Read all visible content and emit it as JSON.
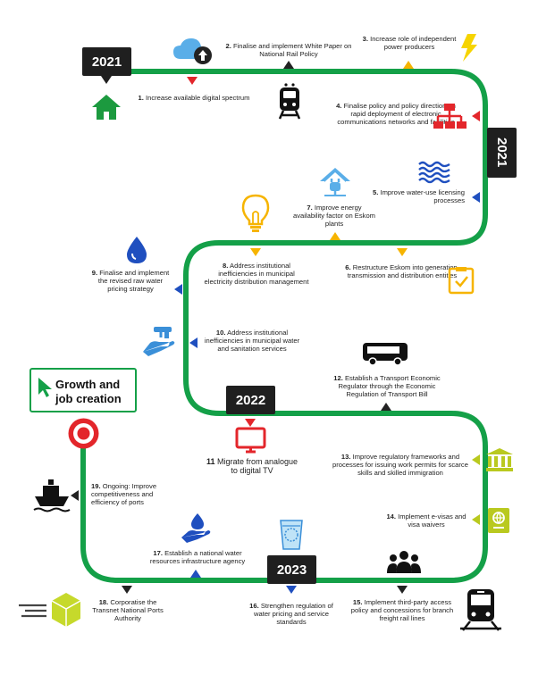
{
  "years": {
    "y2021_top": "2021",
    "y2021_right": "2021",
    "y2022": "2022",
    "y2023": "2023"
  },
  "badge": {
    "title": "Growth and job creation"
  },
  "colors": {
    "road": "#14a048",
    "yellow": "#f6b400",
    "red": "#e3262b",
    "blue": "#1f4fbf",
    "dark": "#222222",
    "green": "#1c9a3f",
    "lime": "#c6d92b"
  },
  "milestones": [
    {
      "num": "1.",
      "text": "Increase available digital spectrum",
      "icon": "house-icon"
    },
    {
      "num": "2.",
      "text": "Finalise and implement White Paper on National Rail Policy",
      "icon": "train-icon"
    },
    {
      "num": "3.",
      "text": "Increase role of independent power producers",
      "icon": "lightning-icon"
    },
    {
      "num": "4.",
      "text": "Finalise policy and policy direction on rapid deployment of electronic communications networks and facilities",
      "icon": "network-icon"
    },
    {
      "num": "5.",
      "text": "Improve water-use licensing processes",
      "icon": "waves-icon"
    },
    {
      "num": "6.",
      "text": "Restructure Eskom into generation, transmission and distribution entities",
      "icon": "checklist-icon"
    },
    {
      "num": "7.",
      "text": "Improve energy availability factor on Eskom plants",
      "icon": "power-house-icon"
    },
    {
      "num": "8.",
      "text": "Address institutional inefficiencies in municipal electricity distribution management",
      "icon": "lightbulb-icon"
    },
    {
      "num": "9.",
      "text": "Finalise and implement the revised raw water pricing strategy",
      "icon": "water-drop-icon"
    },
    {
      "num": "10.",
      "text": "Address institutional inefficiencies in municipal water and sanitation services",
      "icon": "tap-hand-icon"
    },
    {
      "num": "11",
      "text": "Migrate from analogue to digital TV",
      "icon": "tv-icon"
    },
    {
      "num": "12.",
      "text": "Establish a Transport Economic Regulator through the Economic Regulation of Transport Bill",
      "icon": "bus-icon"
    },
    {
      "num": "13.",
      "text": "Improve regulatory frameworks and processes for issuing work permits for scarce skills and skilled immigration",
      "icon": "bank-icon"
    },
    {
      "num": "14.",
      "text": "Implement e-visas and visa waivers",
      "icon": "passport-icon"
    },
    {
      "num": "15.",
      "text": "Implement third-party access policy and concessions for branch freight rail lines",
      "icon": "freight-train-icon"
    },
    {
      "num": "16.",
      "text": "Strengthen regulation of water pricing and service standards",
      "icon": "water-glass-icon"
    },
    {
      "num": "17.",
      "text": "Establish a national water resources infrastructure agency",
      "icon": "hand-drop-icon"
    },
    {
      "num": "18.",
      "text": "Corporatise the Transnet National Ports Authority",
      "icon": "cargo-box-icon"
    },
    {
      "num": "19.",
      "text": "Ongoing: Improve competitiveness and efficiency of ports",
      "icon": "ship-icon"
    }
  ]
}
